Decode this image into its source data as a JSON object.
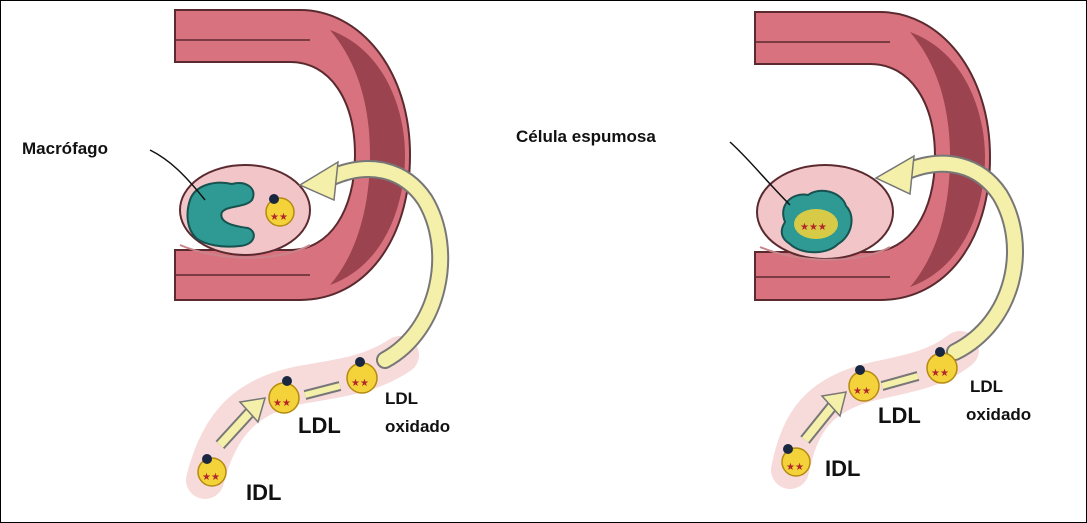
{
  "panel_left": {
    "cell_label": "Macrófago",
    "ldl_label": "LDL",
    "ldl_ox_label_line1": "LDL",
    "ldl_ox_label_line2": "oxidado",
    "idl_label": "IDL"
  },
  "panel_right": {
    "cell_label": "Célula espumosa",
    "ldl_label": "LDL",
    "ldl_ox_label_line1": "LDL",
    "ldl_ox_label_line2": "oxidado",
    "idl_label": "IDL"
  },
  "colors": {
    "vessel_wall": "#d9727f",
    "vessel_inner": "#e99aa0",
    "vessel_dark": "#8f3b45",
    "intima": "#f2c6c8",
    "macrophage": "#2f9a94",
    "particle": "#f3d23a",
    "arrow_fill": "#f4efa9",
    "flow_glow": "#f6d6d6"
  }
}
